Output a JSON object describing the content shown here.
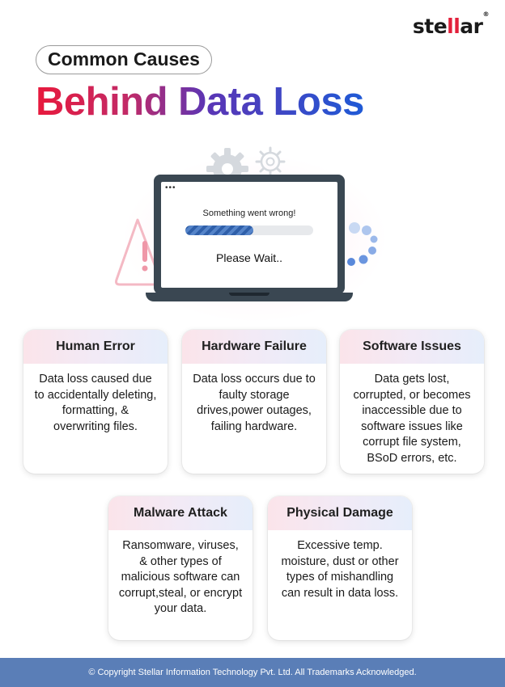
{
  "brand": {
    "logo_prefix": "ste",
    "logo_mid": "ll",
    "logo_suffix": "ar",
    "registered": "®"
  },
  "header": {
    "subtitle": "Common Causes",
    "title": "Behind Data Loss"
  },
  "illustration": {
    "dots": "•••",
    "error_message": "Something went wrong!",
    "progress": 0.53,
    "wait_text": "Please Wait.."
  },
  "causes": [
    {
      "title": "Human Error",
      "description": "Data loss caused due to accidentally deleting, formatting, & overwriting files."
    },
    {
      "title": "Hardware Failure",
      "description": "Data loss occurs due to faulty storage drives,power outages, failing hardware."
    },
    {
      "title": "Software Issues",
      "description": "Data gets lost, corrupted, or becomes inaccessible due to software issues like corrupt file system, BSoD errors, etc."
    },
    {
      "title": "Malware Attack",
      "description": "Ransomware, viruses, & other types of malicious software can corrupt,steal, or encrypt your data."
    },
    {
      "title": "Physical Damage",
      "description": "Excessive temp. moisture, dust or other types of mishandling can result in data loss."
    }
  ],
  "footer": {
    "copyright": "© Copyright Stellar Information Technology Pvt. Ltd. All Trademarks Acknowledged."
  },
  "colors": {
    "brand_red": "#e3203b",
    "title_gradient_start": "#e8193c",
    "title_gradient_end": "#1f5ad6",
    "footer_bg": "#5a7eb7",
    "laptop": "#3a4752",
    "progress": "#2f5fa9"
  }
}
